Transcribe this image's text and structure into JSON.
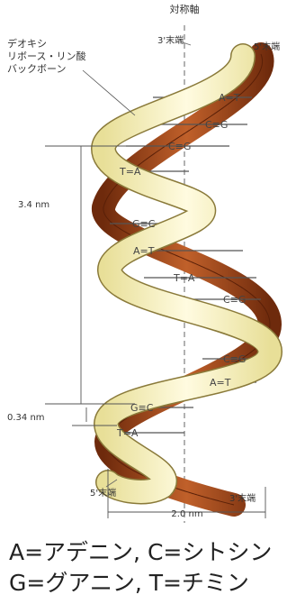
{
  "labels": {
    "axis": "対称軸",
    "backbone_line1": "デオキシ",
    "backbone_line2": "リボース・リン酸",
    "backbone_line3": "バックボーン",
    "end3_top": "3'末端",
    "end5_top": "5'末端",
    "end5_bottom": "5'末端",
    "end3_bottom": "3'末端",
    "pitch": "3.4 nm",
    "rise": "0.34 nm",
    "diameter": "2.0 nm"
  },
  "base_pairs": [
    "A=T",
    "C≡G",
    "C≡G",
    "T=A",
    "G≡C",
    "A=T",
    "T=A",
    "C≡G",
    "C≡G",
    "A=T",
    "G≡C",
    "T=A"
  ],
  "legend": {
    "line1": "A=アデニン, C=シトシン",
    "line2": "G=グアニン, T=チミン"
  },
  "colors": {
    "strand_front": "#f8f2b4",
    "strand_front_edge": "#8a7a3a",
    "strand_back": "#a8481e",
    "strand_back_dark": "#6e2a0c"
  }
}
